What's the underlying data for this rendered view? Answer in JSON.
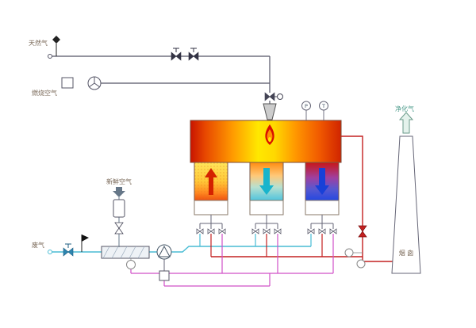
{
  "labels": {
    "natural_gas": "天然气",
    "combustion_air": "燃烧空气",
    "fresh_air": "新鲜空气",
    "waste_gas": "废气",
    "clean_gas": "净化气",
    "stack": "烟 囱",
    "inst_pressure": "P",
    "inst_temp": "T"
  },
  "colors": {
    "fuel_gas_line": "#555566",
    "waste_gas_line": "#48bcd4",
    "hot_gas_line": "#c42020",
    "purge_line": "#d050c8",
    "furnace_core": "#ffe800",
    "furnace_edge": "#c81400",
    "flame_outer": "#d81000",
    "flame_inner": "#ff9100",
    "bed1_top": "#ffe65a",
    "bed1_bottom": "#ef5010",
    "bed2_top": "#ff8c10",
    "bed2_bottom": "#50c4dc",
    "bed3_top": "#c81616",
    "bed3_bottom": "#2448e0"
  },
  "chambers": [
    {
      "id": "bed-1",
      "flow_direction": "up"
    },
    {
      "id": "bed-2",
      "flow_direction": "down"
    },
    {
      "id": "bed-3",
      "flow_direction": "down"
    }
  ]
}
